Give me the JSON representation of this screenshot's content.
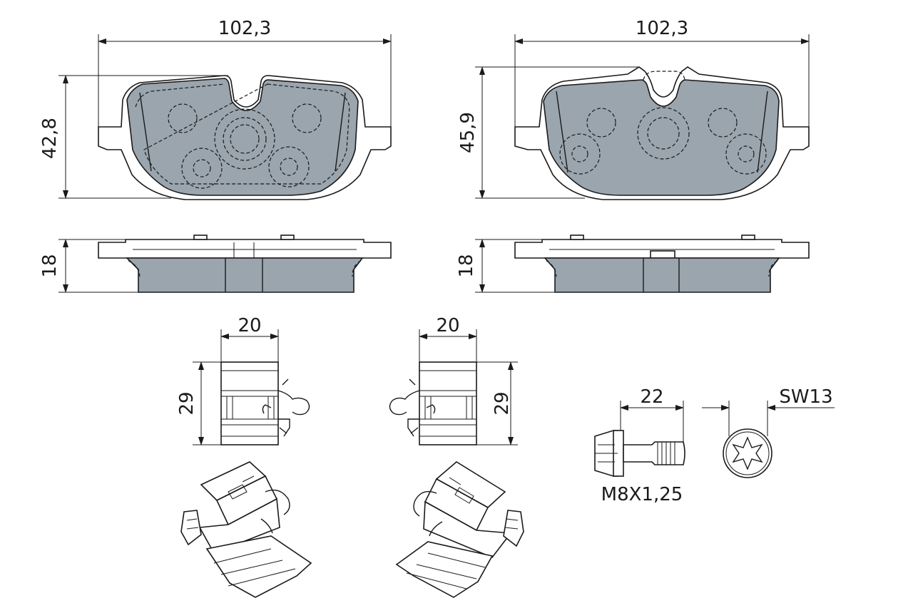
{
  "dimensions": {
    "pad_left_width": "102,3",
    "pad_left_height": "42,8",
    "pad_left_thickness": "18",
    "pad_right_width": "102,3",
    "pad_right_height": "45,9",
    "pad_right_thickness": "18",
    "clip_left_width": "20",
    "clip_left_height": "29",
    "clip_right_width": "20",
    "clip_right_height": "29",
    "bolt_length": "22",
    "bolt_thread": "M8X1,25",
    "bolt_wrench": "SW13"
  },
  "colors": {
    "friction_material": "#9aa5ae",
    "outline": "#1a1a1a"
  }
}
